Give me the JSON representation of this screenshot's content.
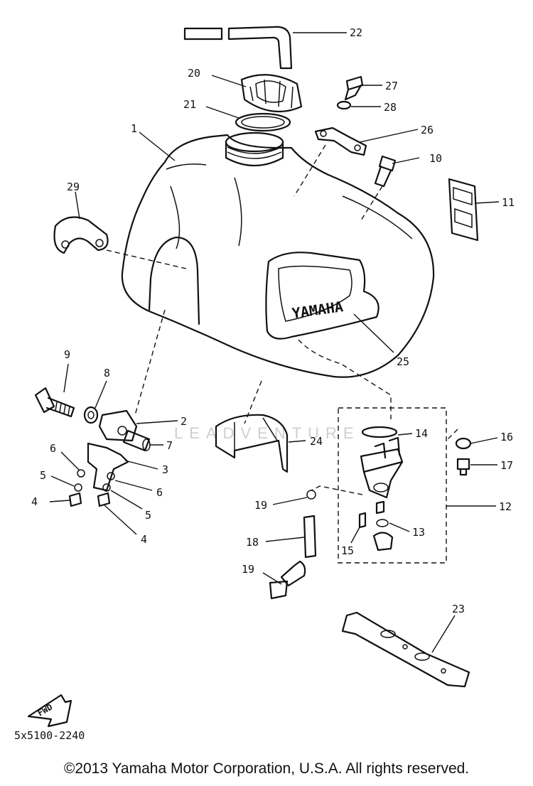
{
  "diagram": {
    "drawing_code": "5x5100-2240",
    "fwd_label": "FWD",
    "tank_logo": "YAMAHA",
    "watermark": "LEADVENTURE",
    "copyright": "©2013 Yamaha Motor Corporation, U.S.A. All rights reserved.",
    "callouts": {
      "c1": "1",
      "c2": "2",
      "c3": "3",
      "c4a": "4",
      "c4b": "4",
      "c5a": "5",
      "c5b": "5",
      "c6a": "6",
      "c6b": "6",
      "c7": "7",
      "c8": "8",
      "c9": "9",
      "c10": "10",
      "c11": "11",
      "c12": "12",
      "c13": "13",
      "c14": "14",
      "c15": "15",
      "c16": "16",
      "c17": "17",
      "c18": "18",
      "c19a": "19",
      "c19b": "19",
      "c20": "20",
      "c21": "21",
      "c22": "22",
      "c23": "23",
      "c24": "24",
      "c25": "25",
      "c26": "26",
      "c27": "27",
      "c28": "28",
      "c29": "29"
    }
  }
}
